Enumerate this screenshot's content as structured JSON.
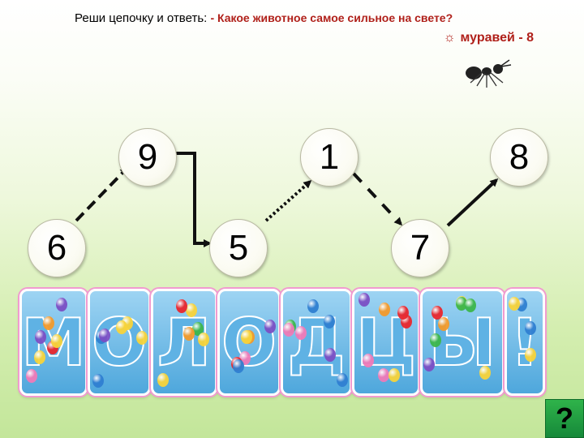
{
  "header": {
    "instruction": "Реши цепочку и ответь:",
    "question": "- Какое животное самое сильное на свете?"
  },
  "answer": {
    "symbol": "☼",
    "text": "муравей - 8"
  },
  "chain": {
    "nodes": [
      "6",
      "9",
      "5",
      "1",
      "7",
      "8"
    ]
  },
  "banner": {
    "letters": [
      "М",
      "О",
      "Л",
      "О",
      "Д",
      "Ц",
      "Ы",
      "!"
    ]
  },
  "help_button": {
    "label": "?"
  },
  "colors": {
    "question_text": "#b0201a",
    "help_button": "#1f9e41",
    "banner_letter": "#5fb2e4",
    "banner_outline": "#f19bd0"
  }
}
